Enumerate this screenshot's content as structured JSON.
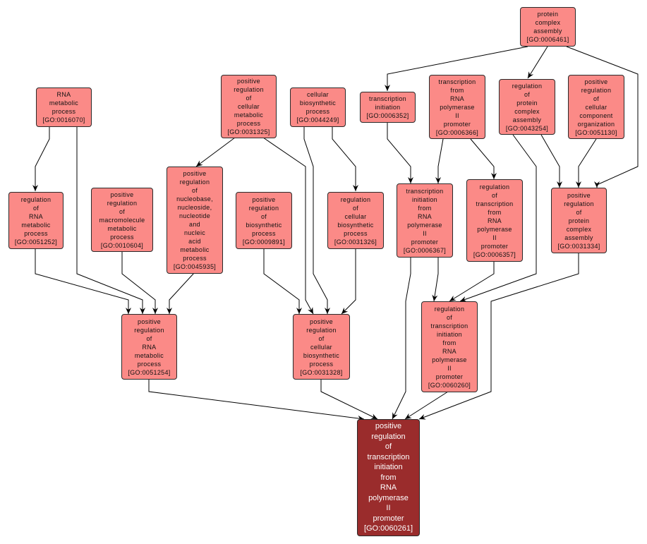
{
  "nodes": {
    "n0006461": {
      "label": "protein\ncomplex\nassembly",
      "id": "[GO:0006461]"
    },
    "n0016070": {
      "label": "RNA\nmetabolic\nprocess",
      "id": "[GO:0016070]"
    },
    "n0031325": {
      "label": "positive\nregulation\nof\ncellular\nmetabolic\nprocess",
      "id": "[GO:0031325]"
    },
    "n0044249": {
      "label": "cellular\nbiosynthetic\nprocess",
      "id": "[GO:0044249]"
    },
    "n0006352": {
      "label": "transcription\ninitiation",
      "id": "[GO:0006352]"
    },
    "n0006366": {
      "label": "transcription\nfrom\nRNA\npolymerase\nII\npromoter",
      "id": "[GO:0006366]"
    },
    "n0043254": {
      "label": "regulation\nof\nprotein\ncomplex\nassembly",
      "id": "[GO:0043254]"
    },
    "n0051130": {
      "label": "positive\nregulation\nof\ncellular\ncomponent\norganization",
      "id": "[GO:0051130]"
    },
    "n0051252": {
      "label": "regulation\nof\nRNA\nmetabolic\nprocess",
      "id": "[GO:0051252]"
    },
    "n0010604": {
      "label": "positive\nregulation\nof\nmacromolecule\nmetabolic\nprocess",
      "id": "[GO:0010604]"
    },
    "n0045935": {
      "label": "positive\nregulation\nof\nnucleobase,\nnucleoside,\nnucleotide\nand\nnucleic\nacid\nmetabolic\nprocess",
      "id": "[GO:0045935]"
    },
    "n0009891": {
      "label": "positive\nregulation\nof\nbiosynthetic\nprocess",
      "id": "[GO:0009891]"
    },
    "n0031326": {
      "label": "regulation\nof\ncellular\nbiosynthetic\nprocess",
      "id": "[GO:0031326]"
    },
    "n0006367": {
      "label": "transcription\ninitiation\nfrom\nRNA\npolymerase\nII\npromoter",
      "id": "[GO:0006367]"
    },
    "n0006357": {
      "label": "regulation\nof\ntranscription\nfrom\nRNA\npolymerase\nII\npromoter",
      "id": "[GO:0006357]"
    },
    "n0031334": {
      "label": "positive\nregulation\nof\nprotein\ncomplex\nassembly",
      "id": "[GO:0031334]"
    },
    "n0051254": {
      "label": "positive\nregulation\nof\nRNA\nmetabolic\nprocess",
      "id": "[GO:0051254]"
    },
    "n0031328": {
      "label": "positive\nregulation\nof\ncellular\nbiosynthetic\nprocess",
      "id": "[GO:0031328]"
    },
    "n0060260": {
      "label": "regulation\nof\ntranscription\ninitiation\nfrom\nRNA\npolymerase\nII\npromoter",
      "id": "[GO:0060260]"
    },
    "n0060261": {
      "label": "positive\nregulation\nof\ntranscription\ninitiation\nfrom\nRNA\npolymerase\nII\npromoter",
      "id": "[GO:0060261]"
    }
  },
  "edges": [
    {
      "from": "GO:0016070",
      "to": "GO:0051252"
    },
    {
      "from": "GO:0016070",
      "to": "GO:0051254"
    },
    {
      "from": "GO:0051252",
      "to": "GO:0051254"
    },
    {
      "from": "GO:0010604",
      "to": "GO:0051254"
    },
    {
      "from": "GO:0045935",
      "to": "GO:0051254"
    },
    {
      "from": "GO:0031325",
      "to": "GO:0045935"
    },
    {
      "from": "GO:0031325",
      "to": "GO:0031328"
    },
    {
      "from": "GO:0009891",
      "to": "GO:0031328"
    },
    {
      "from": "GO:0044249",
      "to": "GO:0031328"
    },
    {
      "from": "GO:0044249",
      "to": "GO:0031326"
    },
    {
      "from": "GO:0031326",
      "to": "GO:0031328"
    },
    {
      "from": "GO:0006461",
      "to": "GO:0006352"
    },
    {
      "from": "GO:0006461",
      "to": "GO:0043254"
    },
    {
      "from": "GO:0006461",
      "to": "GO:0031334"
    },
    {
      "from": "GO:0006352",
      "to": "GO:0006367"
    },
    {
      "from": "GO:0006366",
      "to": "GO:0006367"
    },
    {
      "from": "GO:0006366",
      "to": "GO:0006357"
    },
    {
      "from": "GO:0043254",
      "to": "GO:0031334"
    },
    {
      "from": "GO:0051130",
      "to": "GO:0031334"
    },
    {
      "from": "GO:0043254",
      "to": "GO:0060260"
    },
    {
      "from": "GO:0006367",
      "to": "GO:0060260"
    },
    {
      "from": "GO:0006357",
      "to": "GO:0060260"
    },
    {
      "from": "GO:0051254",
      "to": "GO:0060261"
    },
    {
      "from": "GO:0031328",
      "to": "GO:0060261"
    },
    {
      "from": "GO:0006367",
      "to": "GO:0060261"
    },
    {
      "from": "GO:0060260",
      "to": "GO:0060261"
    },
    {
      "from": "GO:0031334",
      "to": "GO:0060261"
    }
  ],
  "colors": {
    "node_fill": "#fb8a87",
    "target_fill": "#9a2c2c",
    "edge": "#000000"
  }
}
